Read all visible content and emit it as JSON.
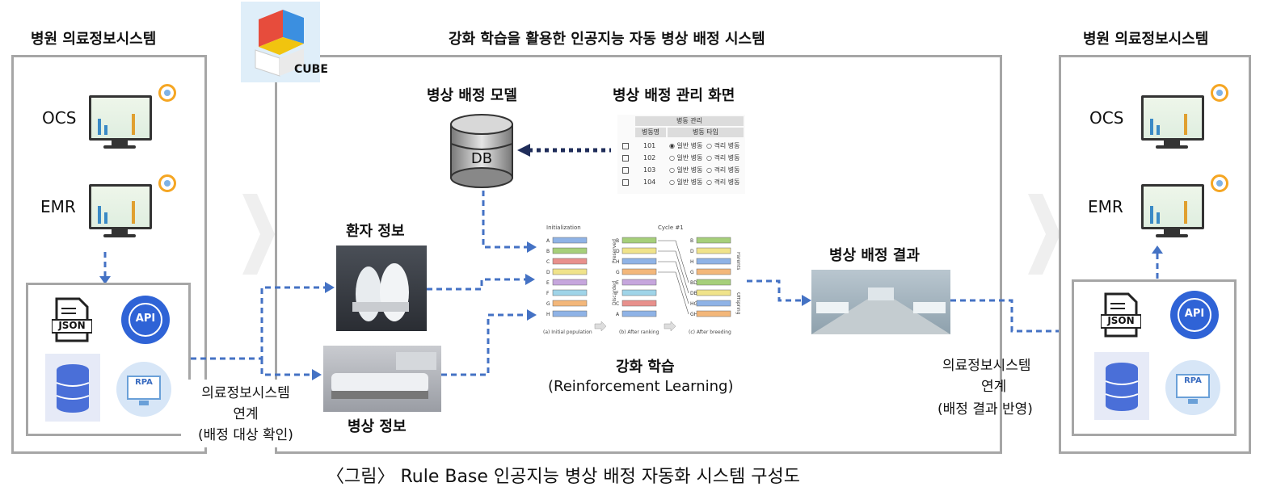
{
  "left_panel": {
    "title": "병원 의료정보시스템",
    "ocs": "OCS",
    "emr": "EMR",
    "json": "JSON",
    "api": "API",
    "rpa": "RPA"
  },
  "right_panel": {
    "title": "병원 의료정보시스템",
    "ocs": "OCS",
    "emr": "EMR",
    "json": "JSON",
    "api": "API",
    "rpa": "RPA"
  },
  "center": {
    "title": "강화 학습을 활용한 인공지능 자동 병상 배정 시스템",
    "logo_text": "CUBE",
    "bed_model": "병상 배정 모델",
    "db_label": "DB",
    "mgmt_screen": "병상 배정 관리 화면",
    "patient_info": "환자 정보",
    "bed_info": "병상 정보",
    "rl_line1": "강화 학습",
    "rl_line2": "(Reinforcement Learning)",
    "result": "병상 배정 결과"
  },
  "mgmt_table": {
    "header": "병동 관리",
    "col1": "병동명",
    "col2": "병동 타입",
    "rows": [
      {
        "name": "101",
        "opt1": "일반 병동",
        "opt2": "격리 병동"
      },
      {
        "name": "102",
        "opt1": "일반 병동",
        "opt2": "격리 병동"
      },
      {
        "name": "103",
        "opt1": "일반 병동",
        "opt2": "격리 병동"
      },
      {
        "name": "104",
        "opt1": "일반 병동",
        "opt2": "격리 병동"
      }
    ]
  },
  "rl_figure": {
    "init": "Initialization",
    "cycle": "Cycle #1",
    "preserved": "Preserved",
    "discarded": "Discarded",
    "parents": "Parents",
    "offspring": "Offspring",
    "a_label": "(a) Initial population",
    "b_label": "(b) After ranking",
    "c_label": "(c) After breeding",
    "left_letters": [
      "A",
      "B",
      "C",
      "D",
      "E",
      "F",
      "G",
      "H"
    ],
    "mid_letters": [
      "B",
      "D",
      "H",
      "G",
      "E",
      "F",
      "C",
      "A"
    ],
    "right_letters": [
      "B",
      "D",
      "H",
      "G",
      "BD",
      "DB",
      "HG",
      "GH"
    ]
  },
  "link_left": {
    "line1": "의료정보시스템",
    "line2": "연계",
    "line3": "(배정 대상 확인)"
  },
  "link_right": {
    "line1": "의료정보시스템",
    "line2": "연계",
    "line3": "(배정 결과 반영)"
  },
  "caption": "〈그림〉 Rule Base 인공지능 병상 배정 자동화 시스템 구성도",
  "colors": {
    "arrow": "#4472c4",
    "border": "#a6a6a6",
    "dark_arrow": "#1f2d5a"
  }
}
